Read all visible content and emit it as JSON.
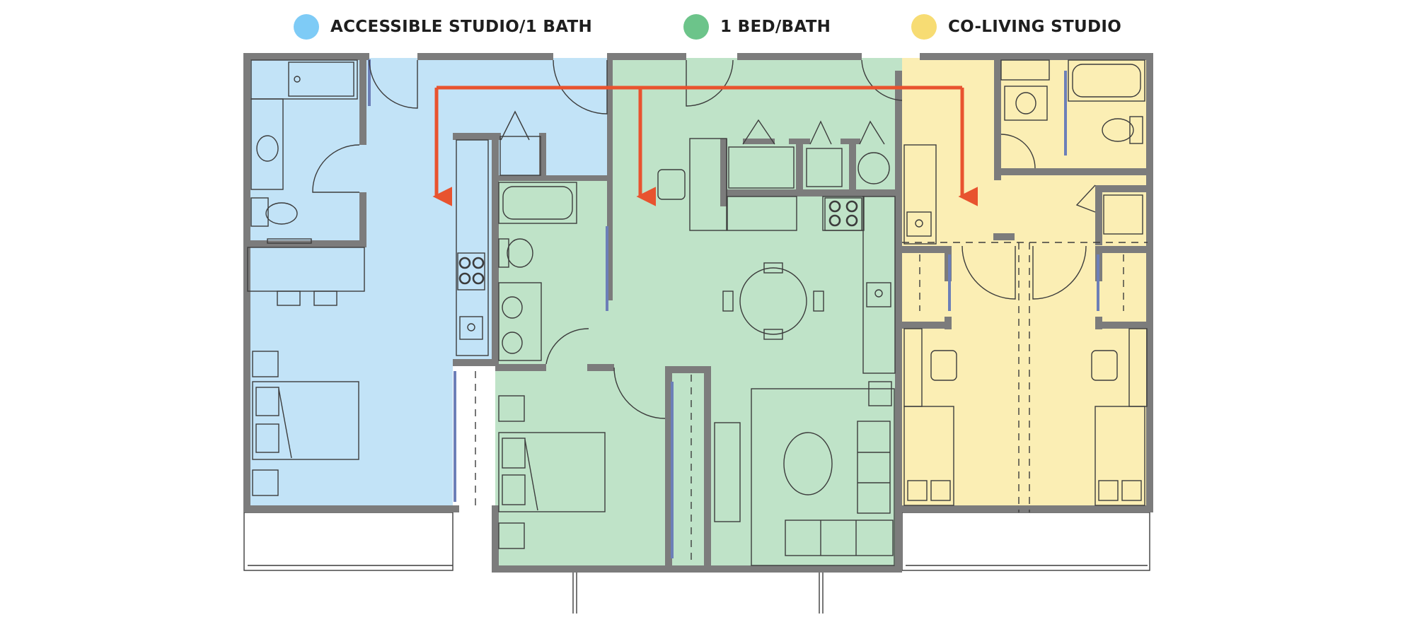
{
  "legend": [
    {
      "label": "ACCESSIBLE STUDIO/1 BATH",
      "color": "#7ecbf6"
    },
    {
      "label": "1 BED/BATH",
      "color": "#6cc48a"
    },
    {
      "label": "CO-LIVING STUDIO",
      "color": "#f7dc73"
    }
  ],
  "colors": {
    "accessible_fill": "#c2e3f7",
    "bed_fill": "#bfe3c8",
    "coliving_fill": "#fbeeb4",
    "wall": "#7c7c7c",
    "line": "#3c3c3c",
    "arrow": "#e8532f",
    "window": "#6c7fb8"
  },
  "icons": [
    "arrow-down-icon",
    "stove-icon",
    "sink-icon",
    "toilet-icon",
    "bathtub-icon",
    "bed-icon",
    "chair-icon",
    "table-icon",
    "sofa-icon",
    "door-swing-icon"
  ]
}
